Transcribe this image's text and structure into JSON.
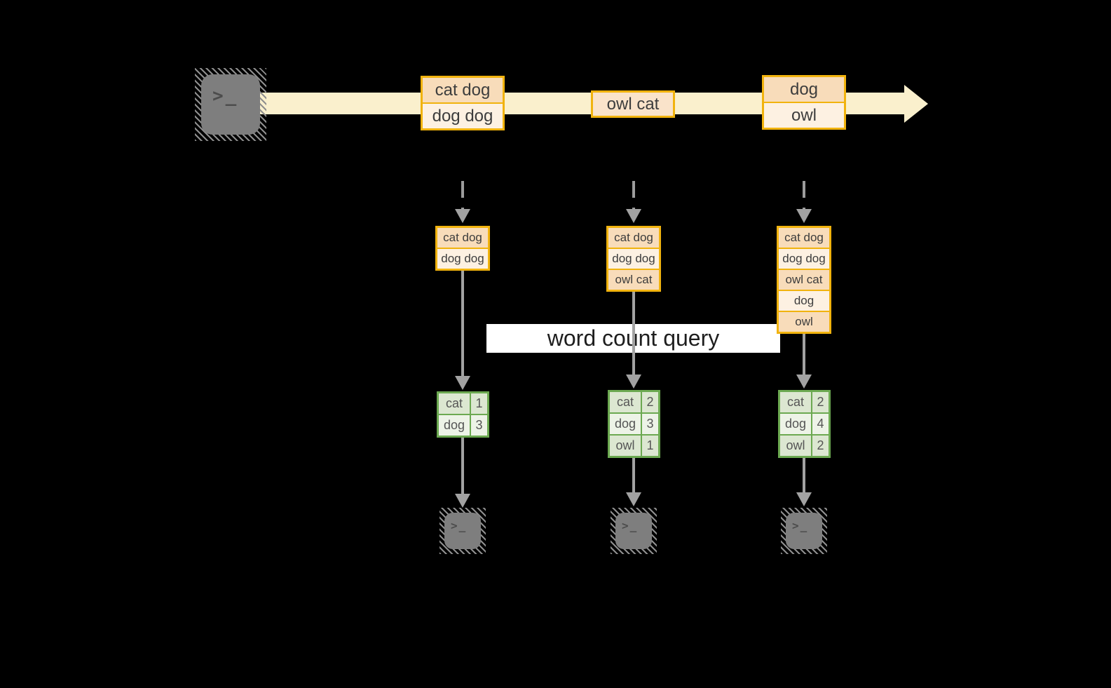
{
  "query_label": "word count query",
  "terminal_glyph": ">_",
  "stream": {
    "events": [
      {
        "rows": [
          "cat dog",
          "dog dog"
        ]
      },
      {
        "rows": [
          "owl cat"
        ]
      },
      {
        "rows": [
          "dog",
          "owl"
        ]
      }
    ]
  },
  "buffers": [
    {
      "rows": [
        "cat dog",
        "dog dog"
      ]
    },
    {
      "rows": [
        "cat dog",
        "dog dog",
        "owl cat"
      ]
    },
    {
      "rows": [
        "cat dog",
        "dog dog",
        "owl cat",
        "dog",
        "owl"
      ]
    }
  ],
  "count_tables": [
    {
      "rows": [
        [
          "cat",
          "1"
        ],
        [
          "dog",
          "3"
        ]
      ]
    },
    {
      "rows": [
        [
          "cat",
          "2"
        ],
        [
          "dog",
          "3"
        ],
        [
          "owl",
          "1"
        ]
      ]
    },
    {
      "rows": [
        [
          "cat",
          "2"
        ],
        [
          "dog",
          "4"
        ],
        [
          "owl",
          "2"
        ]
      ]
    }
  ],
  "colors": {
    "background": "#000000",
    "stream_band": "#FAF0CD",
    "box_border": "#F1B30E",
    "row_peach": "#F8DCBA",
    "row_cream": "#FDF1E2",
    "owl_cat_fill": "#FAE3CA",
    "table_border": "#6CA951",
    "table_row_dark": "#DCE7D1",
    "table_row_light": "#EDF3E7",
    "arrow_gray": "#A2A2A2",
    "terminal_fill": "#7E7E7E",
    "query_band_bg": "#FFFFFF"
  }
}
